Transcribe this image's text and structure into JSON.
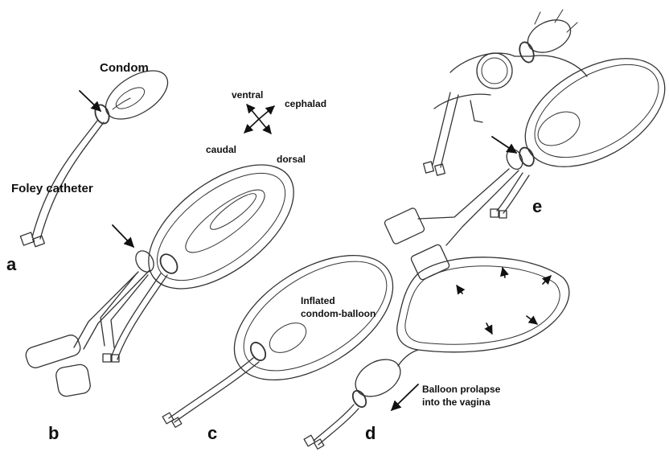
{
  "labels": {
    "condom": "Condom",
    "foley_catheter": "Foley catheter",
    "ventral": "ventral",
    "cephalad": "cephalad",
    "caudal": "caudal",
    "dorsal": "dorsal",
    "inflated_line1": "Inflated",
    "inflated_line2": "condom-balloon",
    "prolapse_line1": "Balloon prolapse",
    "prolapse_line2": "into the vagina"
  },
  "panels": {
    "a": "a",
    "b": "b",
    "c": "c",
    "d": "d",
    "e": "e"
  }
}
